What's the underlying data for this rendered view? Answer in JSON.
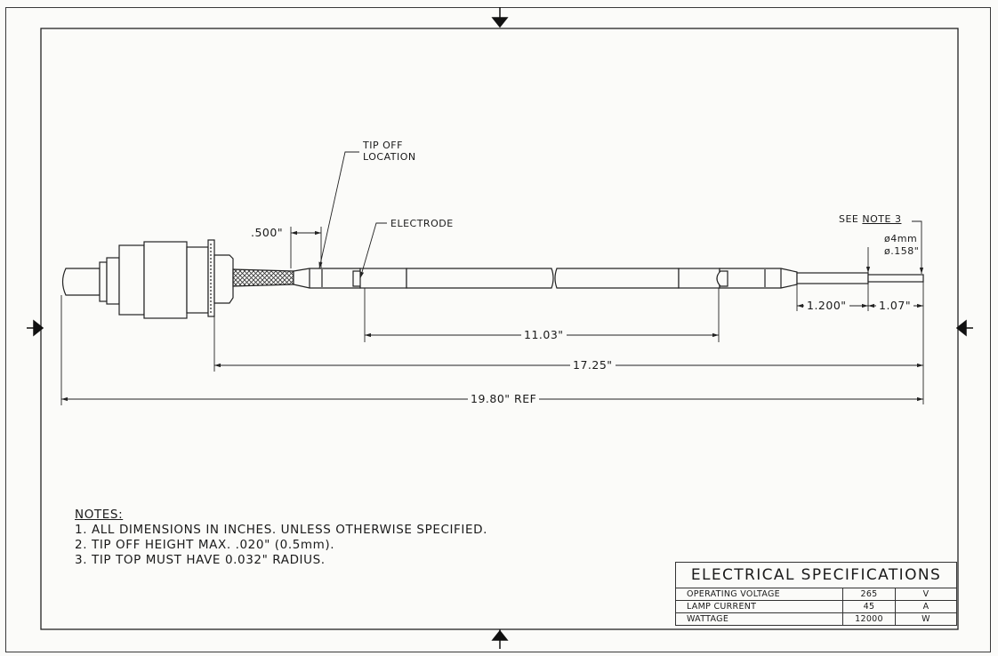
{
  "labels": {
    "tip_off_line1": "TIP OFF",
    "tip_off_line2": "LOCATION",
    "electrode": "ELECTRODE",
    "see_note_prefix": "SEE",
    "see_note_ref": "NOTE 3",
    "dia_mm": "ø4mm",
    "dia_in": "ø.158\""
  },
  "dimensions": {
    "d_500": ".500\"",
    "d_1200": "1.200\"",
    "d_107": "1.07\"",
    "d_1103": "11.03\"",
    "d_1725": "17.25\"",
    "d_1980": "19.80\"  REF"
  },
  "notes": {
    "title": "NOTES:",
    "items": [
      "1.  ALL DIMENSIONS IN INCHES. UNLESS OTHERWISE SPECIFIED.",
      "2.  TIP OFF HEIGHT MAX. .020\" (0.5mm).",
      "3.  TIP TOP MUST HAVE 0.032\" RADIUS."
    ]
  },
  "specs": {
    "title": "ELECTRICAL  SPECIFICATIONS",
    "rows": [
      {
        "label": "OPERATING VOLTAGE",
        "value": "265",
        "unit": "V"
      },
      {
        "label": "LAMP  CURRENT",
        "value": "45",
        "unit": "A"
      },
      {
        "label": "WATTAGE",
        "value": "12000",
        "unit": "W"
      }
    ]
  }
}
